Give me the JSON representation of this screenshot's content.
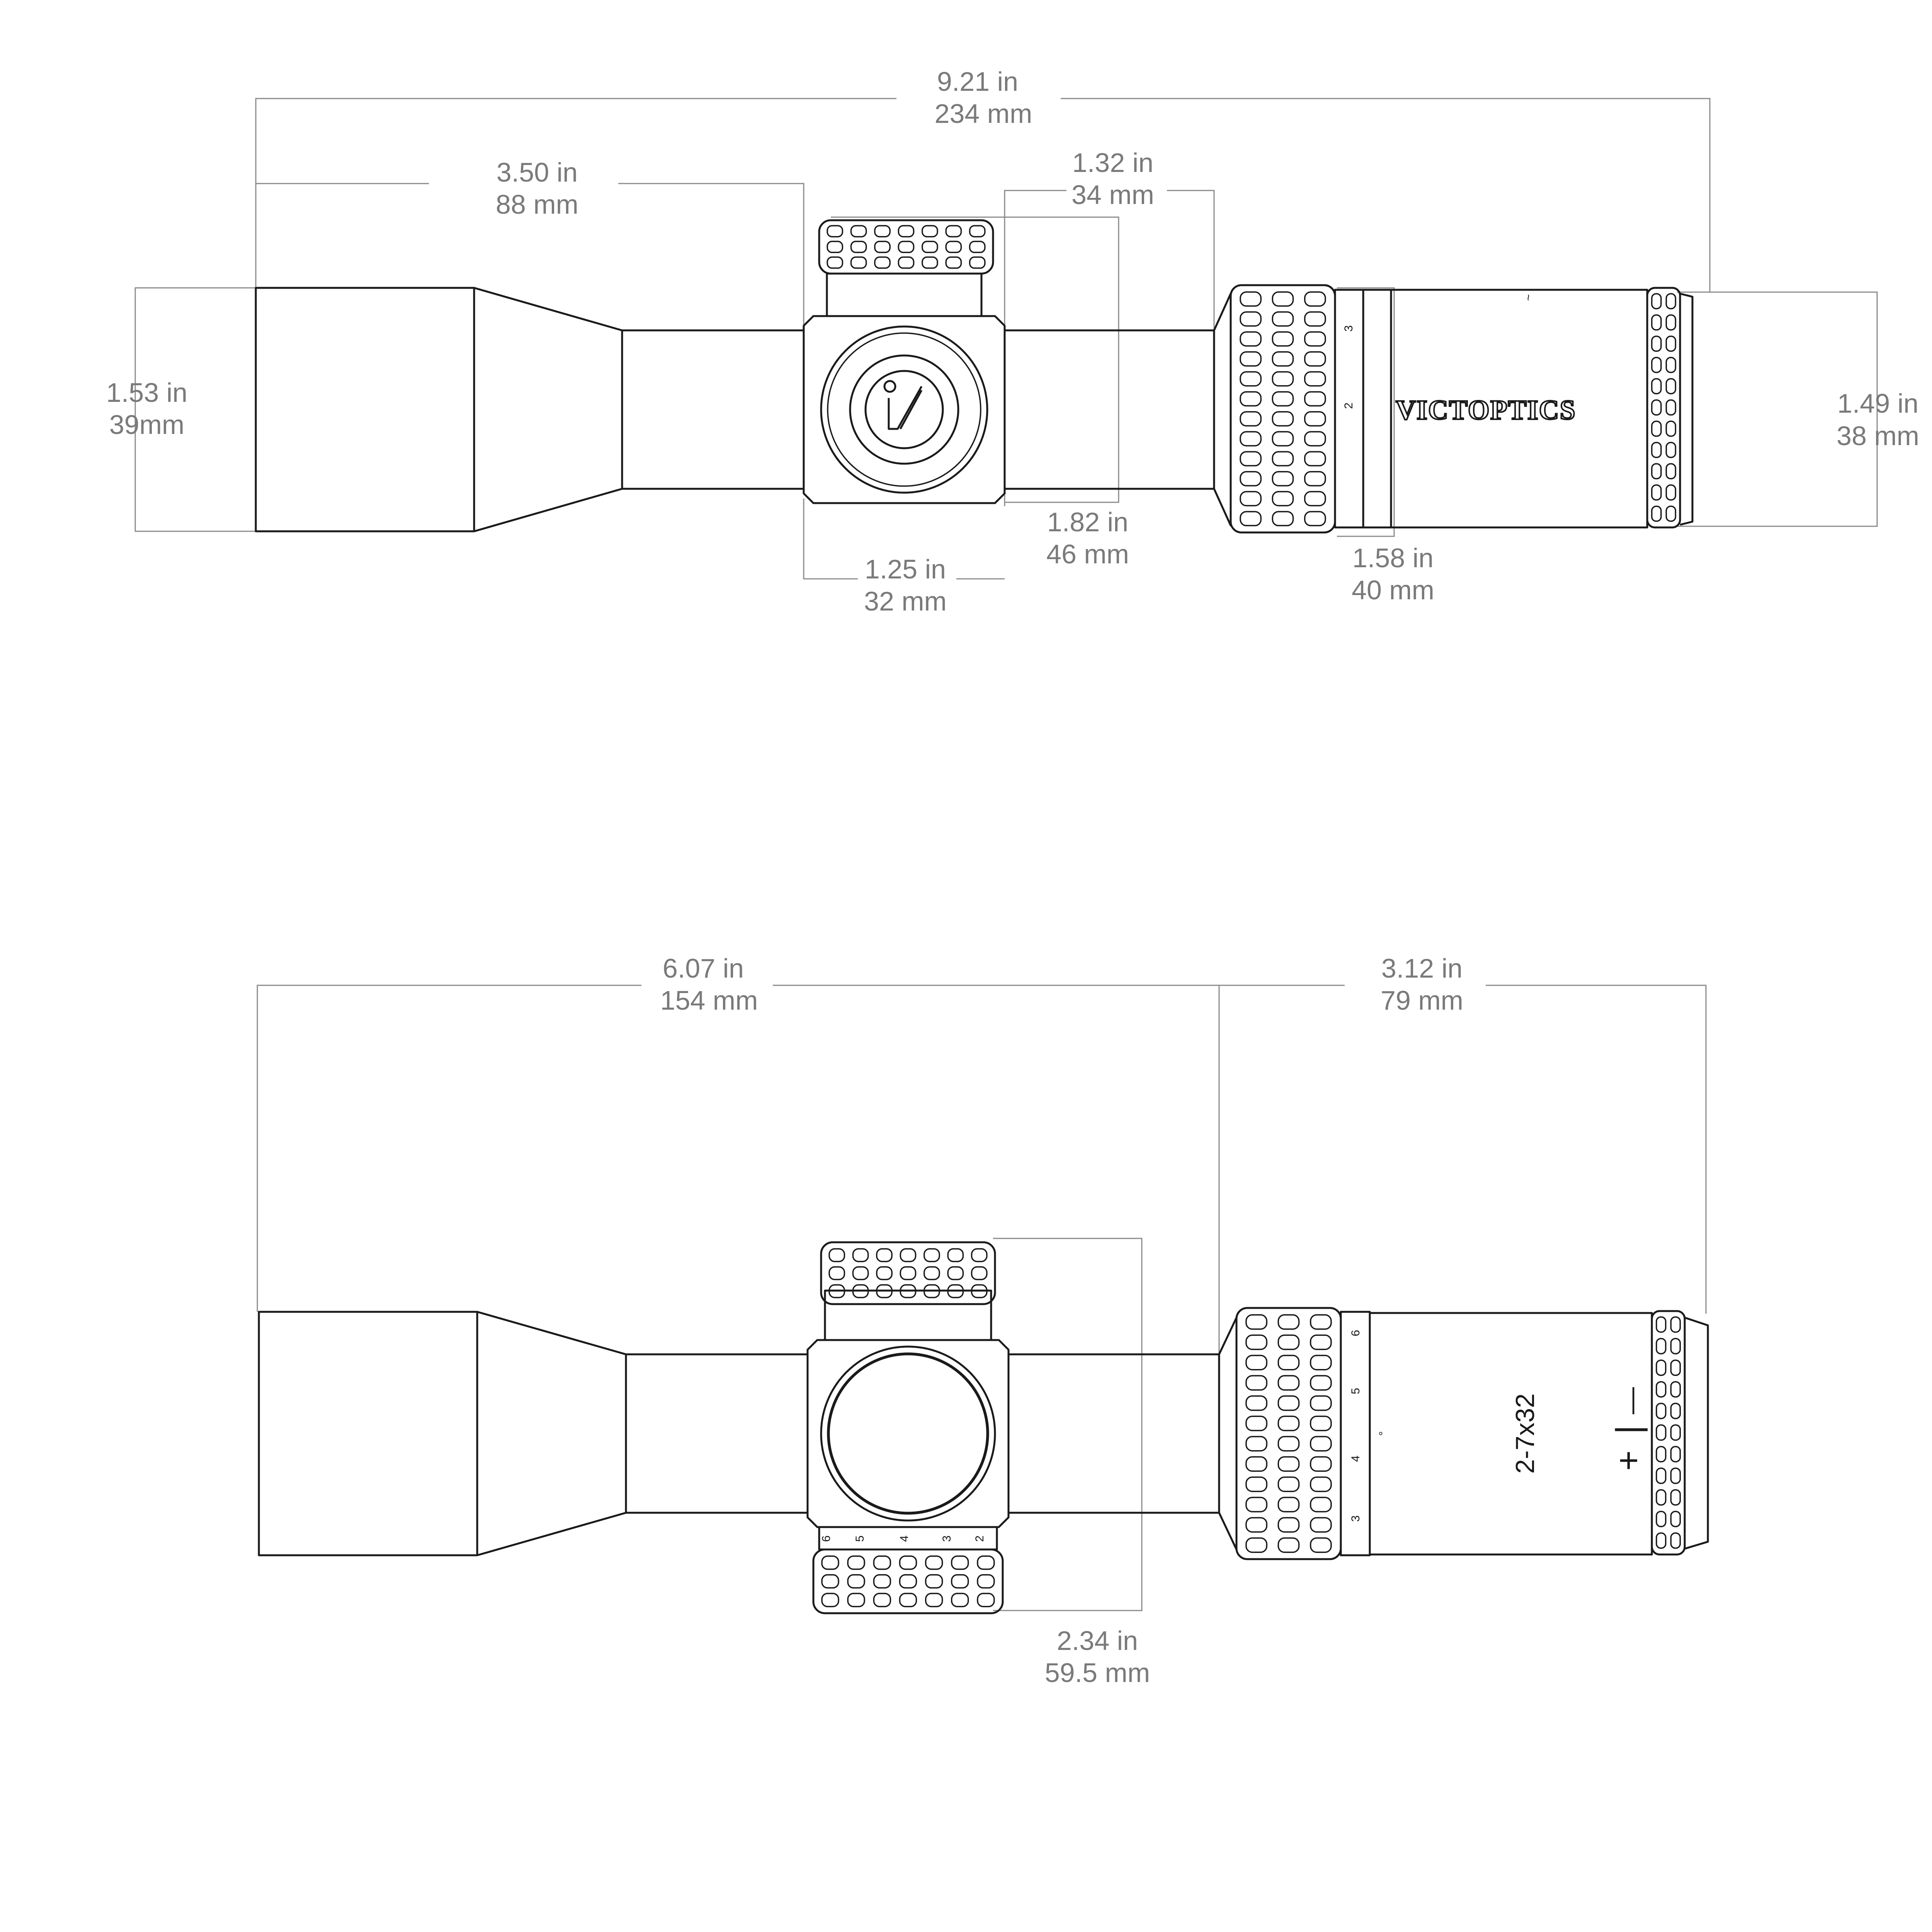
{
  "brand": "VICTOPTICS",
  "model": "2-7x32",
  "colors": {
    "outline": "#1a1a1a",
    "dimension": "#8a8a8a",
    "dimension_text": "#7a7a7a",
    "background": "#ffffff"
  },
  "top_view": {
    "dimensions": {
      "overall_length": {
        "in": "9.21 in",
        "mm": "234 mm"
      },
      "objective_length": {
        "in": "3.50 in",
        "mm": "88 mm"
      },
      "objective_diameter": {
        "in": "1.53 in",
        "mm": "39mm"
      },
      "rear_tube_length": {
        "in": "1.32 in",
        "mm": "34 mm"
      },
      "turret_height": {
        "in": "1.82 in",
        "mm": "46 mm"
      },
      "tube_diameter": {
        "in": "1.25 in",
        "mm": "32 mm"
      },
      "eyepiece_length": {
        "in": "1.58 in",
        "mm": "40 mm"
      },
      "ocular_diameter": {
        "in": "1.49 in",
        "mm": "38 mm"
      }
    },
    "ring_scale": [
      "3",
      "2"
    ],
    "eyepiece_mark": "~"
  },
  "side_view": {
    "dimensions": {
      "front_length": {
        "in": "6.07 in",
        "mm": "154 mm"
      },
      "rear_length": {
        "in": "3.12 in",
        "mm": "79 mm"
      },
      "turret_width": {
        "in": "2.34 in",
        "mm": "59.5 mm"
      }
    },
    "ring_scale": [
      "6",
      "5",
      "4",
      "3"
    ],
    "dial_scale": [
      "6",
      "5",
      "4",
      "3",
      "2"
    ],
    "focus_marks": {
      "plus": "+",
      "minus": "—",
      "bar": "|"
    },
    "dot": "°"
  }
}
